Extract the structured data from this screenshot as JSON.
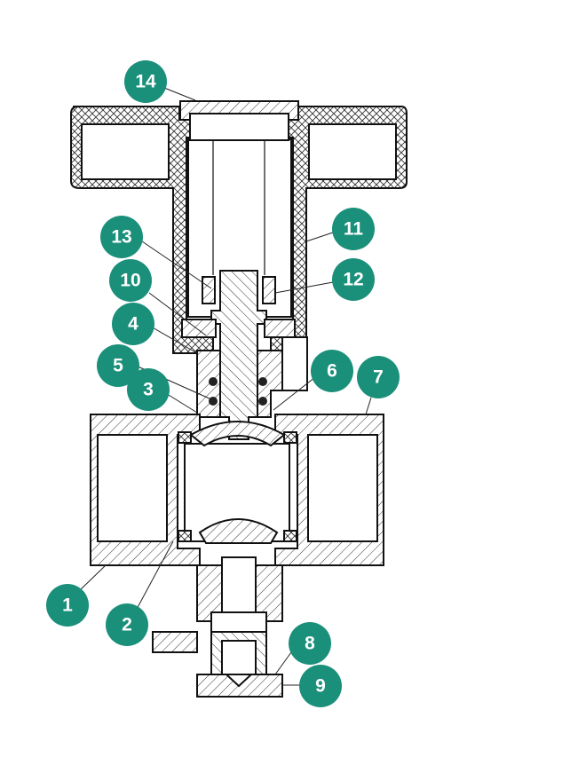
{
  "diagram": {
    "accent_color": "#1a8f7a",
    "callouts": [
      {
        "label": "1"
      },
      {
        "label": "2"
      },
      {
        "label": "3"
      },
      {
        "label": "4"
      },
      {
        "label": "5"
      },
      {
        "label": "6"
      },
      {
        "label": "7"
      },
      {
        "label": "8"
      },
      {
        "label": "9"
      },
      {
        "label": "10"
      },
      {
        "label": "11"
      },
      {
        "label": "12"
      },
      {
        "label": "13"
      },
      {
        "label": "14"
      }
    ]
  }
}
